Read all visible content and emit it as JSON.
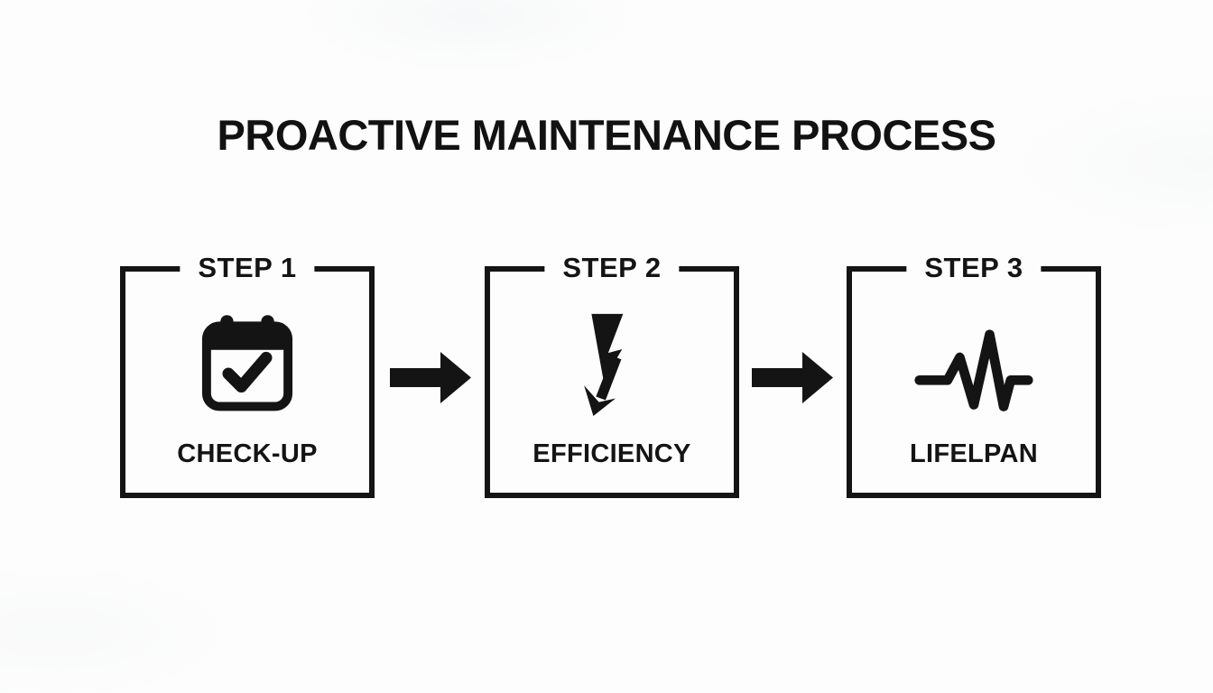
{
  "title": "PROACTIVE MAINTENANCE PROCESS",
  "colors": {
    "ink": "#141414",
    "background": "#fdfdfd"
  },
  "steps": [
    {
      "label": "STEP 1",
      "caption": "CHECK-UP",
      "icon": "calendar-check-icon"
    },
    {
      "label": "STEP 2",
      "caption": "EFFICIENCY",
      "icon": "lightning-arrow-icon"
    },
    {
      "label": "STEP 3",
      "caption": "LIFELPAN",
      "icon": "pulse-icon"
    }
  ],
  "connectors": [
    {
      "icon": "right-arrow-icon"
    },
    {
      "icon": "right-arrow-icon"
    }
  ]
}
